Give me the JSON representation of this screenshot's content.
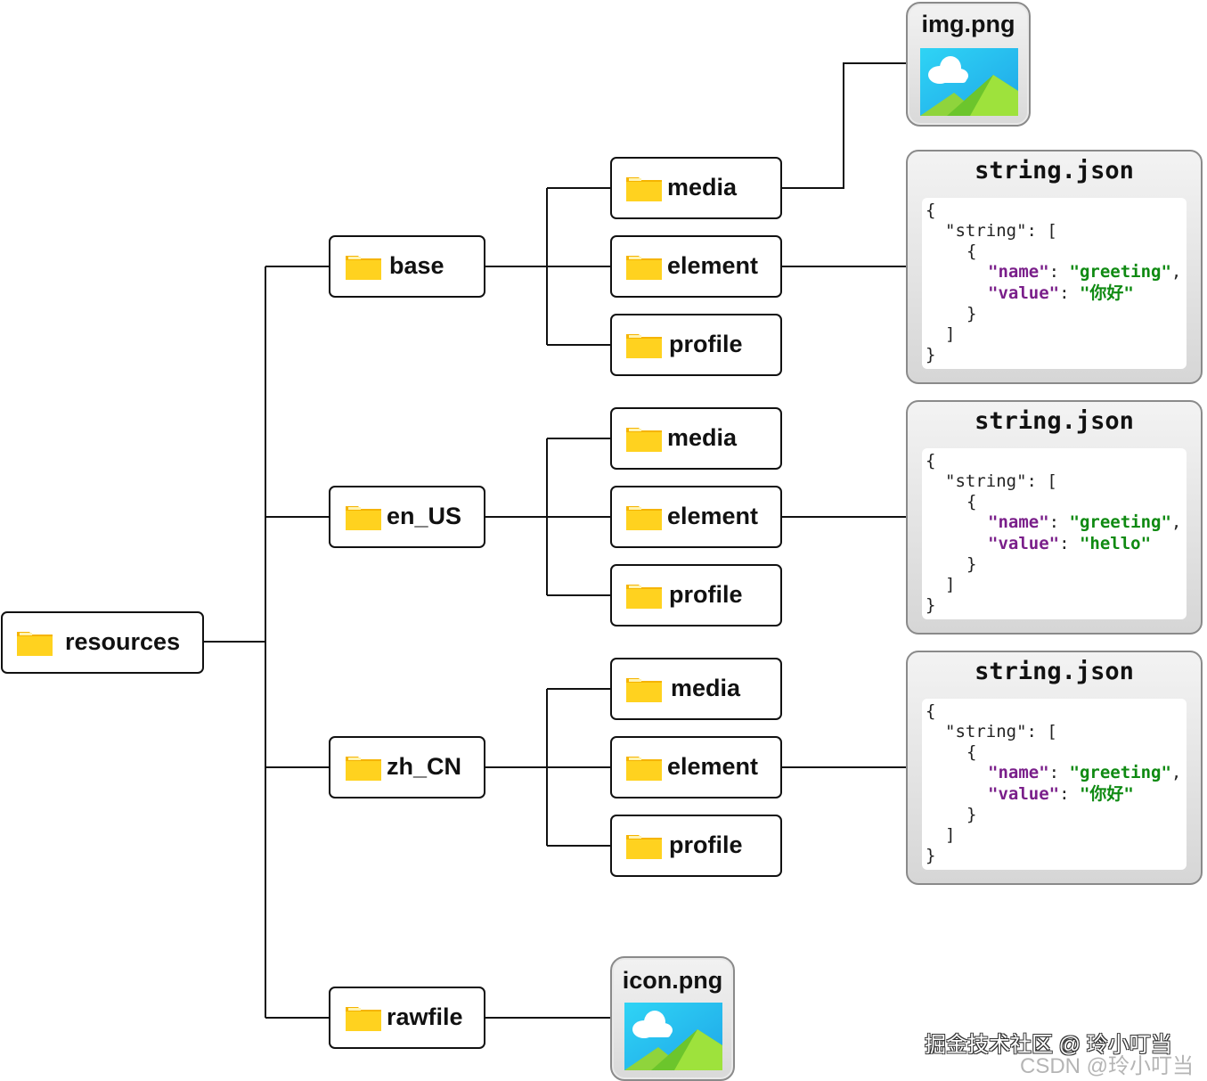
{
  "root": {
    "label": "resources"
  },
  "level1": [
    {
      "label": "base"
    },
    {
      "label": "en_US"
    },
    {
      "label": "zh_CN"
    },
    {
      "label": "rawfile"
    }
  ],
  "subfolders": [
    {
      "media": "media",
      "element": "element",
      "profile": "profile"
    },
    {
      "media": "media",
      "element": "element",
      "profile": "profile"
    },
    {
      "media": "media",
      "element": "element",
      "profile": "profile"
    }
  ],
  "files": {
    "img": "img.png",
    "icon": "icon.png"
  },
  "json_cards": [
    {
      "title": "string.json",
      "open_brace": "{",
      "array_key": "\"string\"",
      "array_open": ": [",
      "obj_open": "{",
      "name_key": "\"name\"",
      "name_val": "\"greeting\"",
      "value_key": "\"value\"",
      "value_val": "\"你好\"",
      "obj_close": "}",
      "array_close": "]",
      "close_brace": "}"
    },
    {
      "title": "string.json",
      "open_brace": "{",
      "array_key": "\"string\"",
      "array_open": ": [",
      "obj_open": "{",
      "name_key": "\"name\"",
      "name_val": "\"greeting\"",
      "value_key": "\"value\"",
      "value_val": "\"hello\"",
      "obj_close": "}",
      "array_close": "]",
      "close_brace": "}"
    },
    {
      "title": "string.json",
      "open_brace": "{",
      "array_key": "\"string\"",
      "array_open": ": [",
      "obj_open": "{",
      "name_key": "\"name\"",
      "name_val": "\"greeting\"",
      "value_key": "\"value\"",
      "value_val": "\"你好\"",
      "obj_close": "}",
      "array_close": "]",
      "close_brace": "}"
    }
  ],
  "punct": {
    "colon": ": ",
    "comma": ","
  },
  "watermark": {
    "line1": "掘金技术社区 @ 玲小叮当",
    "line2": "CSDN @玲小叮当"
  },
  "colors": {
    "folder": "#ffd21f",
    "line": "#111111",
    "json_key": "#7a1f8a",
    "json_string": "#0f8a12"
  }
}
